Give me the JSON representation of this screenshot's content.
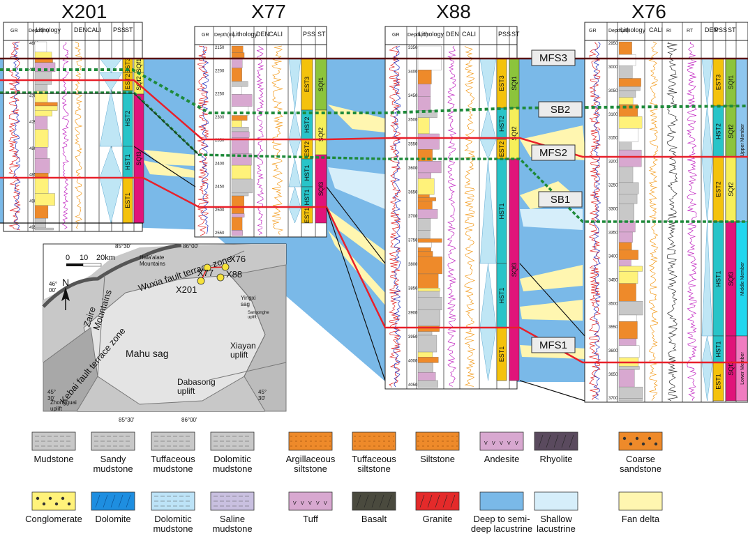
{
  "wells": [
    {
      "name": "X201",
      "depth_ticks": [
        "4600",
        "4650",
        "4700",
        "4750",
        "4800",
        "4850",
        "4900",
        "4950"
      ],
      "headers": {
        "gr": "GR",
        "depth": "Depth(m)",
        "lith": "Lithology",
        "den": "DEN",
        "cali": "CALI",
        "pss": "PSS",
        "st": "ST"
      },
      "log_scales": {
        "gr": "0 GR 180",
        "den": "DEN",
        "cali": "6 CALI 22"
      },
      "systems_tracts": [
        "EST3",
        "EST2",
        "HST2",
        "HST1",
        "EST1"
      ],
      "sequences": [
        "SQf1",
        "SQf2",
        "SQf3"
      ]
    },
    {
      "name": "X77",
      "depth_ticks": [
        "2150",
        "2200",
        "2250",
        "2300",
        "2350",
        "2400",
        "2450",
        "2500",
        "2550"
      ],
      "headers": {
        "gr": "GR",
        "depth": "Depth(m)",
        "lith": "Lithology",
        "den": "DEN",
        "cali": "CALI",
        "pss": "PSS",
        "st": "ST"
      },
      "systems_tracts": [
        "EST3",
        "HST2",
        "EST2",
        "HST1",
        "HST1",
        "EST1"
      ],
      "sequences": [
        "SQf1",
        "SQf2",
        "SQf3"
      ]
    },
    {
      "name": "X88",
      "depth_ticks": [
        "3350",
        "3400",
        "3450",
        "3500",
        "3550",
        "3600",
        "3650",
        "3700",
        "3750",
        "3800",
        "3850",
        "3900",
        "3950",
        "4000",
        "4050"
      ],
      "headers": {
        "gr": "GR",
        "depth": "Depth(m)",
        "lith": "Lithology",
        "den": "DEN",
        "cali": "CALI",
        "pss": "PSS",
        "st": "ST"
      },
      "systems_tracts": [
        "EST3",
        "HST2",
        "EST2",
        "HST1",
        "HST1",
        "EST1"
      ],
      "sequences": [
        "SQf1",
        "SQf2",
        "SQf3"
      ]
    },
    {
      "name": "X76",
      "depth_ticks": [
        "2950",
        "3000",
        "3050",
        "3100",
        "3150",
        "3200",
        "3250",
        "3300",
        "3350",
        "3400",
        "3450",
        "3500",
        "3550",
        "3600",
        "3650",
        "3700"
      ],
      "headers": {
        "gr": "GR",
        "depth": "Depth(m)",
        "lith": "Lithology",
        "cali": "CALI",
        "ri": "RI",
        "rt": "RT",
        "den": "DEN",
        "pss": "PSS",
        "st": "ST"
      },
      "systems_tracts": [
        "EST3",
        "HST2",
        "EST2",
        "HST1",
        "HST1",
        "EST1"
      ],
      "sequences": [
        "SQf1",
        "SQf2",
        "SQf3"
      ],
      "members": [
        "Upper Member",
        "Middle Member",
        "Lower Member"
      ]
    }
  ],
  "surfaces": [
    "MFS3",
    "SB2",
    "MFS2",
    "SB1",
    "MFS1"
  ],
  "map": {
    "scale_labels": [
      "0",
      "10",
      "20km"
    ],
    "north": "N",
    "coords": [
      "85°30'",
      "86°00'",
      "46°\n00'",
      "45°\n30'",
      "85°30'",
      "86°00'",
      "45°\n30'"
    ],
    "labels": {
      "hala": "Hala'alate\nMountains",
      "wuxia": "Wuxia fault terrace zone",
      "zaire": "Zaire\nMountains",
      "kebai": "Kebai fault terrace zone",
      "mahu": "Mahu sag",
      "xiayan": "Xiayan\nuplift",
      "dabasong": "Dabasong\nuplift",
      "yingxi": "Yingxi\nsag",
      "zhongguai": "Zhongguai\nuplift",
      "sangonghe": "Sangonghe\nuplift"
    },
    "wells": [
      "X76",
      "X77",
      "X88",
      "X201"
    ]
  },
  "legend": [
    {
      "label": "Mudstone",
      "color": "#c8c8c8"
    },
    {
      "label": "Sandy\nmudstone",
      "color": "#c8c8c8"
    },
    {
      "label": "Tuffaceous\nmudstone",
      "color": "#c8c8c8"
    },
    {
      "label": "Dolomitic\nmudstone",
      "color": "#c8c8c8"
    },
    {
      "label": "Argillaceous\nsiltstone",
      "color": "#ee8a2a"
    },
    {
      "label": "Tuffaceous\nsiltstone",
      "color": "#ee8a2a"
    },
    {
      "label": "Siltstone",
      "color": "#ee8a2a"
    },
    {
      "label": "Andesite",
      "color": "#d8a8d0"
    },
    {
      "label": "Rhyolite",
      "color": "#5a4a5e"
    },
    {
      "label": "Coarse\nsandstone",
      "color": "#ee8a2a"
    },
    {
      "label": "Conglomerate",
      "color": "#fff27a"
    },
    {
      "label": "Dolomite",
      "color": "#1e8ee0"
    },
    {
      "label": "Dolomitic\nmudstone",
      "color": "#bde3f7"
    },
    {
      "label": "Saline\nmudstone",
      "color": "#c9c0e0"
    },
    {
      "label": "Tuff",
      "color": "#d8a8d0"
    },
    {
      "label": "Basalt",
      "color": "#4a4a3e"
    },
    {
      "label": "Granite",
      "color": "#e42a2a"
    },
    {
      "label": "Deep to semi-\ndeep lacustrine",
      "color": "#7ab9e8"
    },
    {
      "label": "Shallow\nlacustrine",
      "color": "#d6eefa"
    },
    {
      "label": "Fan delta",
      "color": "#fff6b0"
    }
  ],
  "colors": {
    "deep": "#7ab9e8",
    "shallow": "#d6eefa",
    "fan": "#fff6b0",
    "mfs": "#e8202a",
    "sb": "#1e8a3a",
    "est": "#f4c20c",
    "hst": "#28c4c8",
    "sq_green": "#8cc43c",
    "sq_yellow": "#f6ef5a",
    "sq_mag": "#e0147a",
    "member_blue": "#8ec6ee",
    "member_cyan": "#22d6ee",
    "member_pink": "#f07cc0"
  }
}
